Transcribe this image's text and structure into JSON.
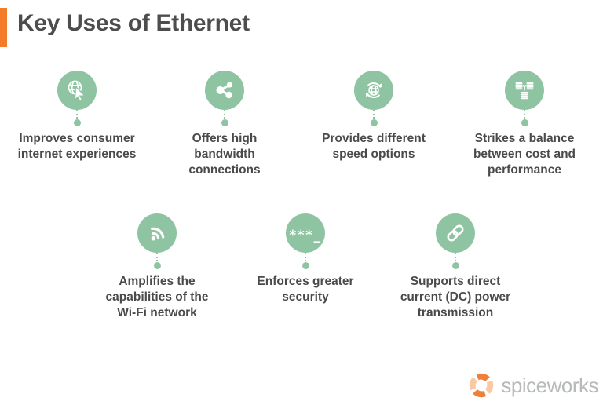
{
  "page": {
    "title": "Key Uses of Ethernet"
  },
  "colors": {
    "accent_orange": "#F47B27",
    "icon_green": "#8FC4A2",
    "text_dark": "#4A4A4A",
    "brand_gray": "#B7BABA"
  },
  "items": [
    {
      "icon": "globe-cursor-icon",
      "label": "Improves consumer internet experiences",
      "lines": [
        "Improves consumer",
        "internet experiences"
      ]
    },
    {
      "icon": "share-nodes-icon",
      "label": "Offers high bandwidth connections",
      "lines": [
        "Offers high",
        "bandwidth",
        "connections"
      ]
    },
    {
      "icon": "globe-sync-icon",
      "label": "Provides different speed options",
      "lines": [
        "Provides different",
        "speed options"
      ]
    },
    {
      "icon": "coins-balance-icon",
      "label": "Strikes a balance between cost and performance",
      "lines": [
        "Strikes a balance",
        "between cost and",
        "performance"
      ]
    },
    {
      "icon": "wifi-signal-icon",
      "label": "Amplifies the capabilities of the Wi-Fi network",
      "lines": [
        "Amplifies the",
        "capabilities of the",
        "Wi-Fi network"
      ]
    },
    {
      "icon": "password-icon",
      "icon_text": "***_",
      "label": "Enforces greater security",
      "lines": [
        "Enforces greater",
        "security"
      ]
    },
    {
      "icon": "chain-link-icon",
      "label": "Supports direct current (DC) power transmission",
      "lines": [
        "Supports direct",
        "current (DC) power",
        "transmission"
      ]
    }
  ],
  "footer": {
    "brand": "spiceworks",
    "logo_icon": "spiceworks-pinwheel-icon"
  }
}
